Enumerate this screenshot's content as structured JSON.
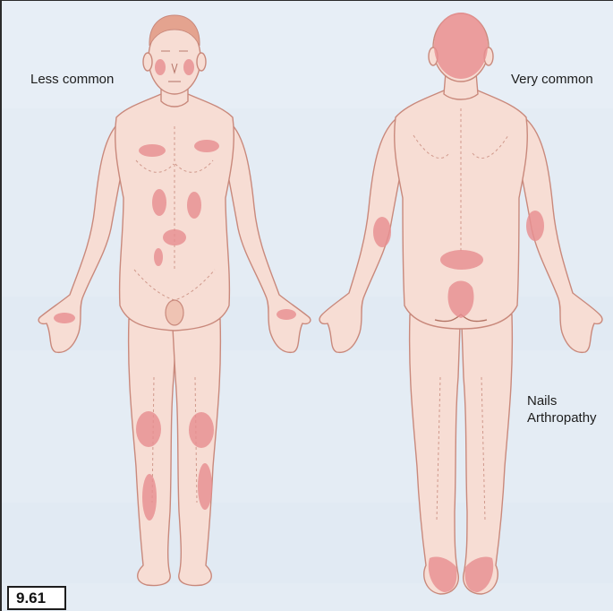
{
  "figure": {
    "number": "9.61",
    "labels": {
      "less_common": "Less common",
      "very_common": "Very common",
      "nails": "Nails",
      "arthropathy": "Arthropathy"
    }
  },
  "colors": {
    "background": "#e4ecf4",
    "skin": "#f7ddd4",
    "outline": "#c9897c",
    "lesion": "#e88f91"
  }
}
